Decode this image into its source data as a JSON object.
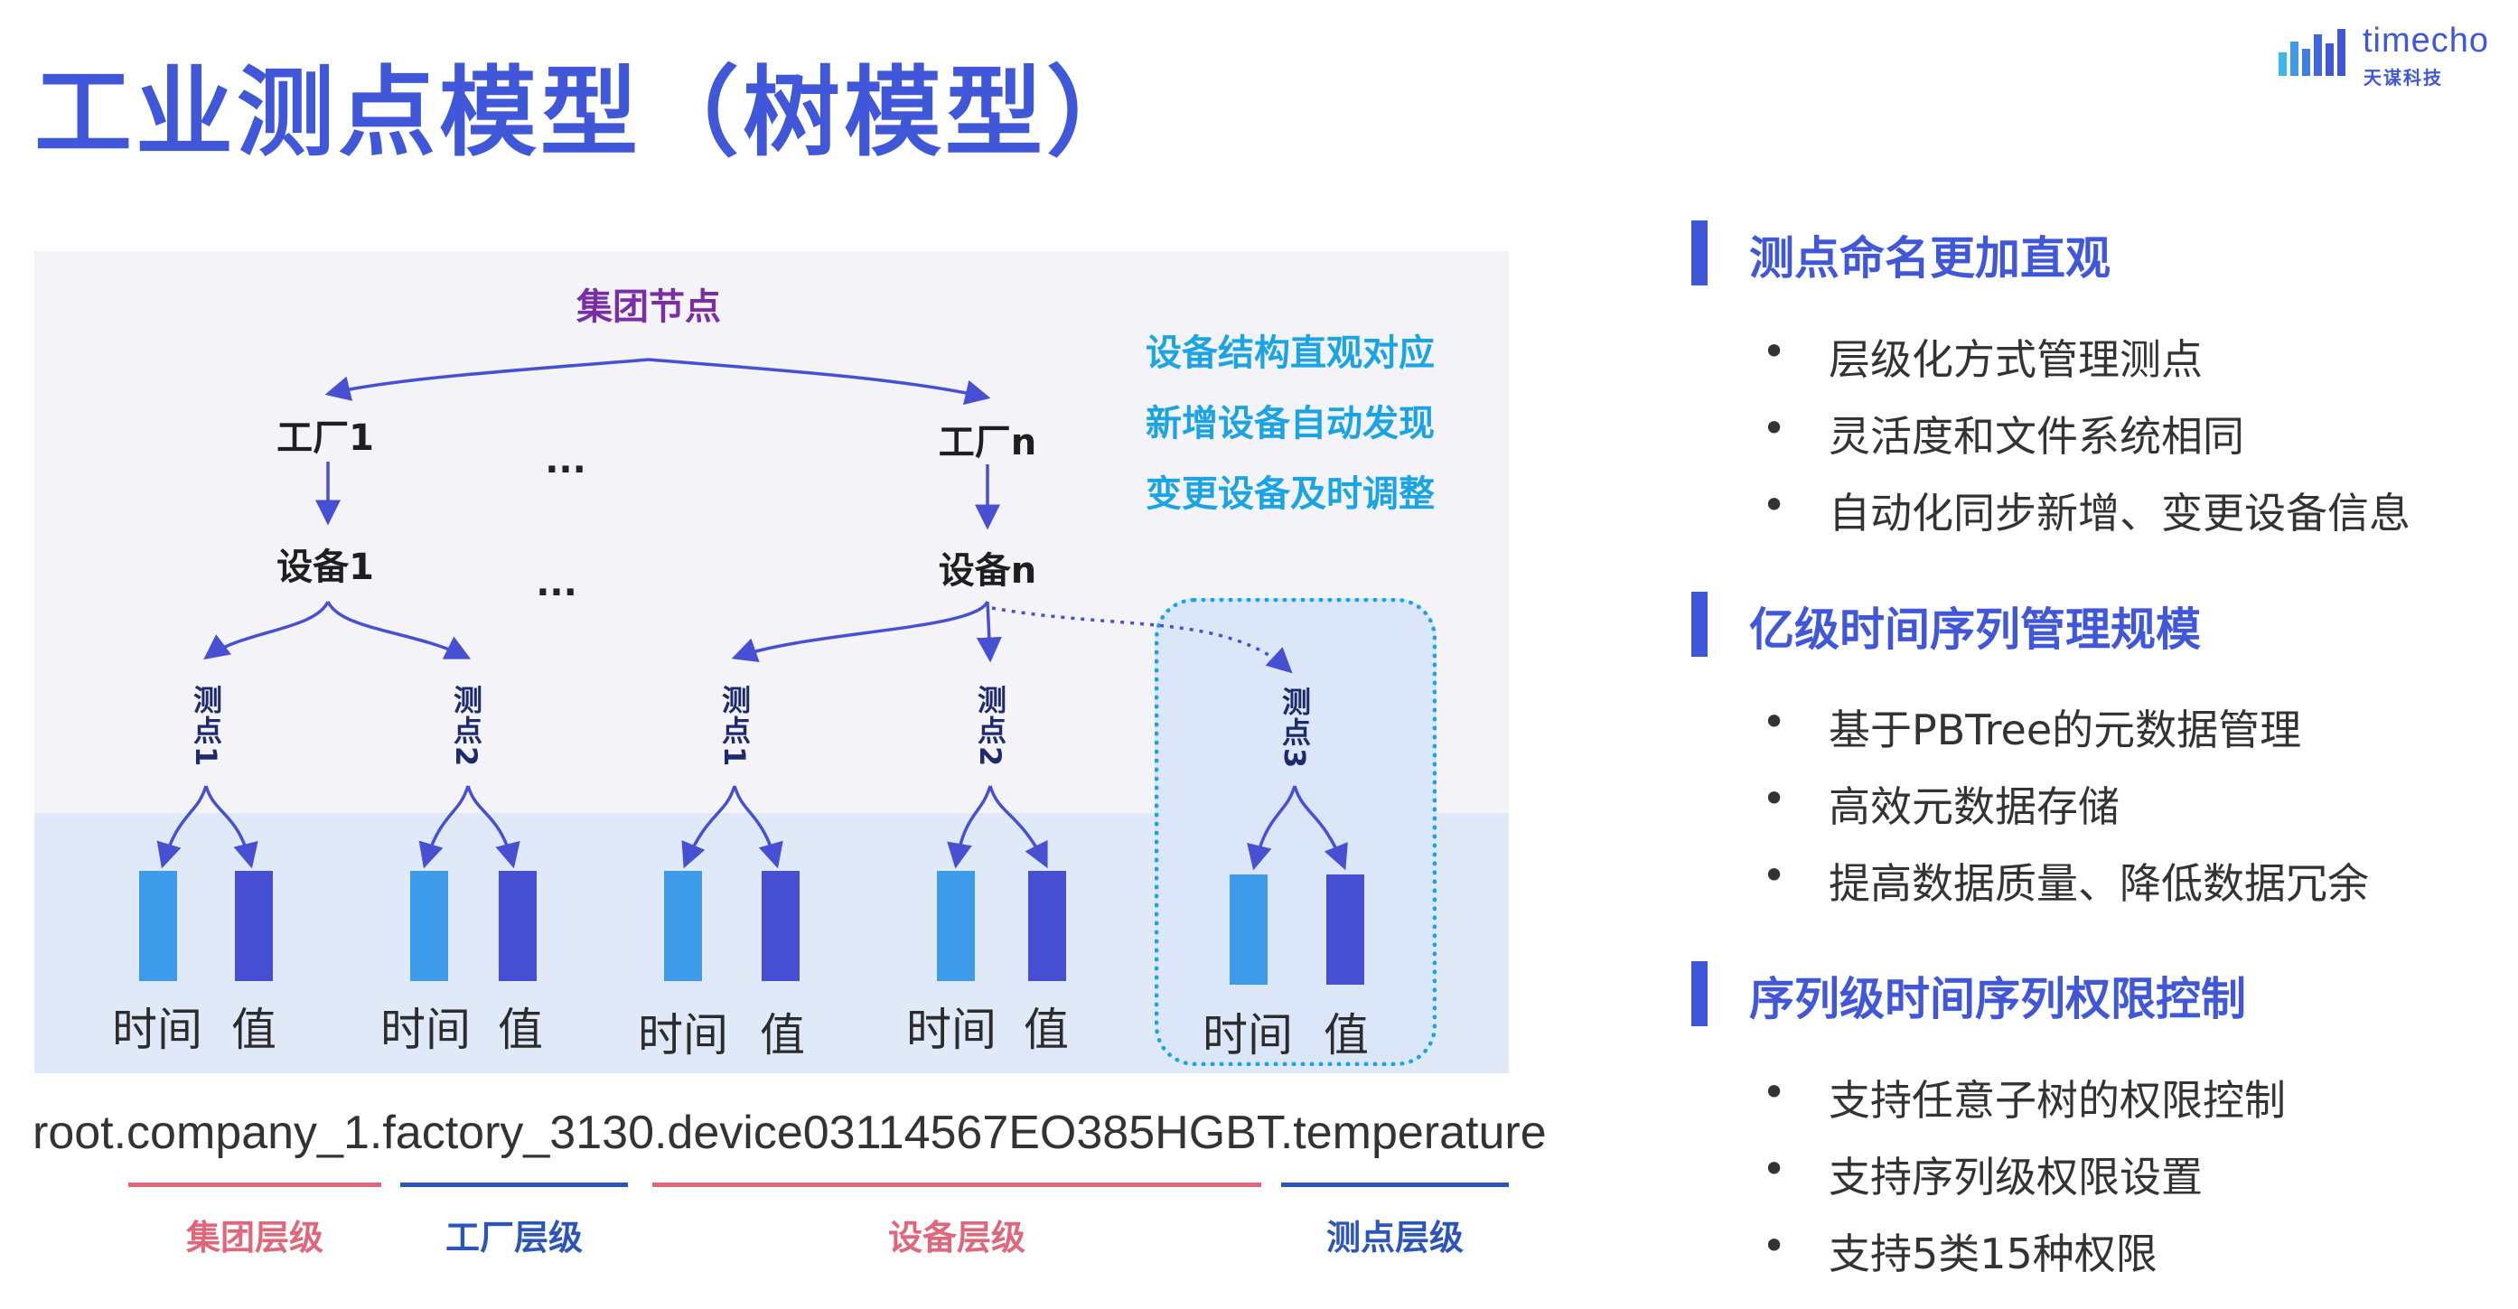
{
  "page": {
    "title": "工业测点模型（树模型）"
  },
  "logo": {
    "name": "timecho",
    "subtitle": "天谋科技",
    "icon": "bar-chart-logo-icon"
  },
  "diagram": {
    "root_node": "集团节点",
    "factories": [
      "工厂1",
      "工厂n"
    ],
    "devices": [
      "设备1",
      "设备n"
    ],
    "ellipsis": "...",
    "features": [
      "设备结构直观对应",
      "新增设备自动发现",
      "变更设备及时调整"
    ],
    "points": [
      "测点1",
      "测点2",
      "测点1",
      "测点2",
      "测点3"
    ],
    "leaf_labels": {
      "time": "时间",
      "value": "值"
    }
  },
  "path": {
    "text": "root.company_1.factory_3130.device03114567EO385HGBT.temperature",
    "levels": [
      {
        "label": "集团层级",
        "color": "#e0667a"
      },
      {
        "label": "工厂层级",
        "color": "#2b55b8"
      },
      {
        "label": "设备层级",
        "color": "#e0667a"
      },
      {
        "label": "测点层级",
        "color": "#2b55b8"
      }
    ]
  },
  "sections": [
    {
      "title": "测点命名更加直观",
      "items": [
        "层级化方式管理测点",
        "灵活度和文件系统相同",
        "自动化同步新增、变更设备信息"
      ]
    },
    {
      "title": "亿级时间序列管理规模",
      "items": [
        "基于PBTree的元数据管理",
        "高效元数据存储",
        "提高数据质量、降低数据冗余"
      ]
    },
    {
      "title": "序列级时间序列权限控制",
      "items": [
        "支持任意子树的权限控制",
        "支持序列级权限设置",
        "支持5类15种权限"
      ]
    }
  ],
  "bullet_symbol": "•",
  "colors": {
    "accent": "#3f57d8",
    "feature": "#1aa4e3",
    "time_bar": "#3d9be9",
    "value_bar": "#4750d2"
  }
}
